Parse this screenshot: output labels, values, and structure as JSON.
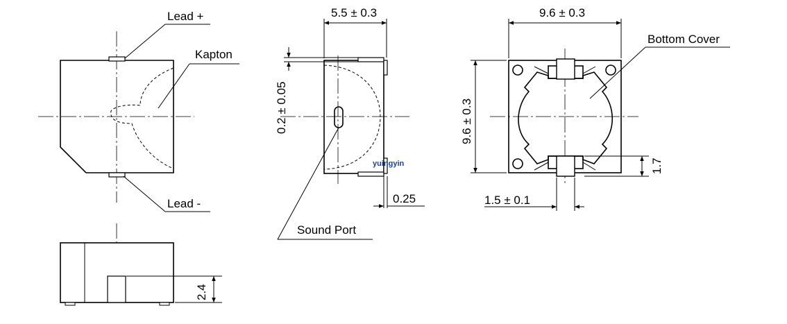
{
  "labels": {
    "lead_plus": "Lead +",
    "lead_minus": "Lead -",
    "kapton": "Kapton",
    "sound_port": "Sound Port",
    "bottom_cover": "Bottom Cover",
    "watermark": "yuingyin"
  },
  "dimensions": {
    "side_width": "5.5 ± 0.3",
    "side_offset": "0.2 ± 0.05",
    "lead_thickness": "0.25",
    "bottom_width": "9.6 ± 0.3",
    "bottom_height": "9.6 ± 0.3",
    "pad_height": "1.7",
    "pad_width": "1.5 ± 0.1",
    "body_height": "2.4"
  }
}
